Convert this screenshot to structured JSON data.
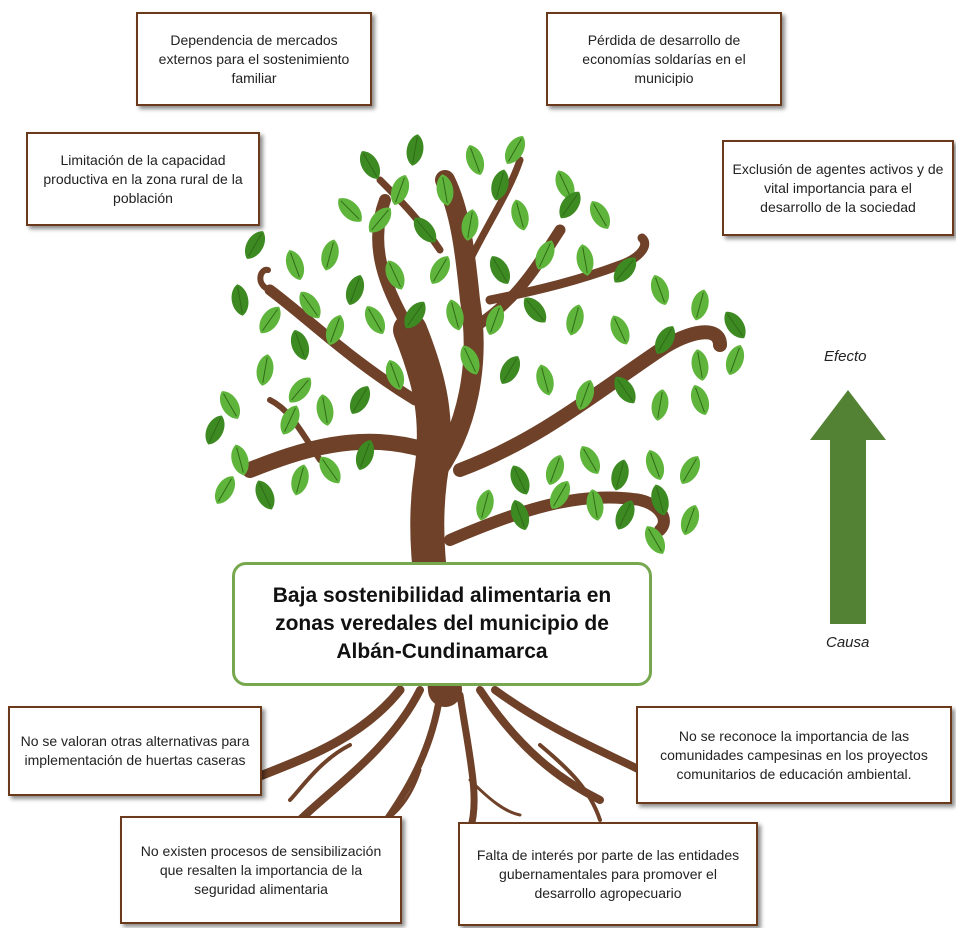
{
  "center_problem": "Baja sostenibilidad alimentaria en zonas veredales del municipio de Albán-Cundinamarca",
  "effects": [
    "Dependencia de mercados externos para el sostenimiento familiar",
    "Pérdida de desarrollo de economías soldarías en el municipio",
    "Limitación de la capacidad productiva en la zona rural de la población",
    "Exclusión de agentes activos y de vital importancia para el desarrollo de la sociedad"
  ],
  "causes": [
    "No se valoran otras alternativas para implementación de huertas caseras",
    "No se reconoce la importancia de las comunidades campesinas en los proyectos comunitarios de educación ambiental.",
    "No existen procesos de sensibilización que resalten la importancia de la seguridad alimentaria",
    "Falta de interés por parte de las entidades gubernamentales para promover el desarrollo agropecuario"
  ],
  "arrow": {
    "top_label": "Efecto",
    "bottom_label": "Causa"
  },
  "colors": {
    "trunk": "#6e4128",
    "leaf": "#5fb53b",
    "leaf_dark": "#3d8a22",
    "arrow": "#548235",
    "box_border": "#6b3a1c",
    "center_border": "#77a84f"
  }
}
